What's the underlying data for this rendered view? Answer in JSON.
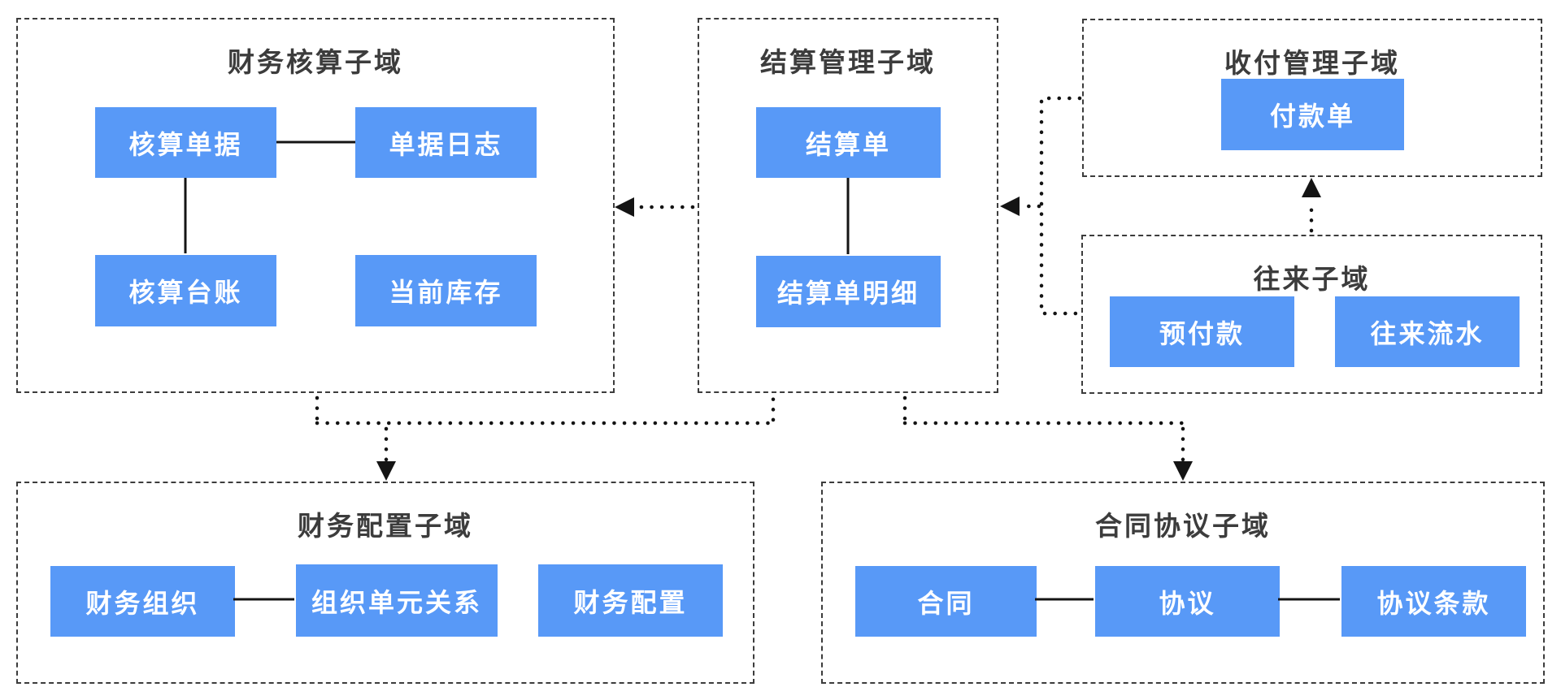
{
  "diagram": {
    "colors": {
      "entity_fill": "#5899f7",
      "entity_text": "#ffffff",
      "domain_border": "#3c3c3c",
      "domain_title_text": "#3c3c3c",
      "connector": "#141414",
      "background": "#ffffff"
    },
    "domains": [
      {
        "title": "财务核算子域",
        "entities": [
          {
            "label": "核算单据"
          },
          {
            "label": "单据日志"
          },
          {
            "label": "核算台账"
          },
          {
            "label": "当前库存"
          }
        ]
      },
      {
        "title": "结算管理子域",
        "entities": [
          {
            "label": "结算单"
          },
          {
            "label": "结算单明细"
          }
        ]
      },
      {
        "title": "收付管理子域",
        "entities": [
          {
            "label": "付款单"
          }
        ]
      },
      {
        "title": "往来子域",
        "entities": [
          {
            "label": "预付款"
          },
          {
            "label": "往来流水"
          }
        ]
      },
      {
        "title": "财务配置子域",
        "entities": [
          {
            "label": "财务组织"
          },
          {
            "label": "组织单元关系"
          },
          {
            "label": "财务配置"
          }
        ]
      },
      {
        "title": "合同协议子域",
        "entities": [
          {
            "label": "合同"
          },
          {
            "label": "协议"
          },
          {
            "label": "协议条款"
          }
        ]
      }
    ],
    "relations": [
      {
        "from": "结算管理子域",
        "to": "财务核算子域",
        "style": "dotted-arrow"
      },
      {
        "from": "收付管理子域",
        "to": "结算管理子域",
        "style": "dotted-arrow"
      },
      {
        "from": "往来子域",
        "to": "结算管理子域",
        "style": "dotted-arrow"
      },
      {
        "from": "往来子域",
        "to": "收付管理子域",
        "style": "dotted-arrow"
      },
      {
        "from": "财务核算子域",
        "to": "财务配置子域",
        "style": "dotted-arrow"
      },
      {
        "from": "结算管理子域",
        "to": "财务配置子域",
        "style": "dotted-arrow"
      },
      {
        "from": "结算管理子域",
        "to": "合同协议子域",
        "style": "dotted-arrow"
      },
      {
        "from": "核算单据",
        "to": "单据日志",
        "style": "solid-line"
      },
      {
        "from": "核算单据",
        "to": "核算台账",
        "style": "solid-line"
      },
      {
        "from": "结算单",
        "to": "结算单明细",
        "style": "solid-line"
      },
      {
        "from": "财务组织",
        "to": "组织单元关系",
        "style": "solid-line"
      },
      {
        "from": "合同",
        "to": "协议",
        "style": "solid-line"
      },
      {
        "from": "协议",
        "to": "协议条款",
        "style": "solid-line"
      }
    ]
  }
}
